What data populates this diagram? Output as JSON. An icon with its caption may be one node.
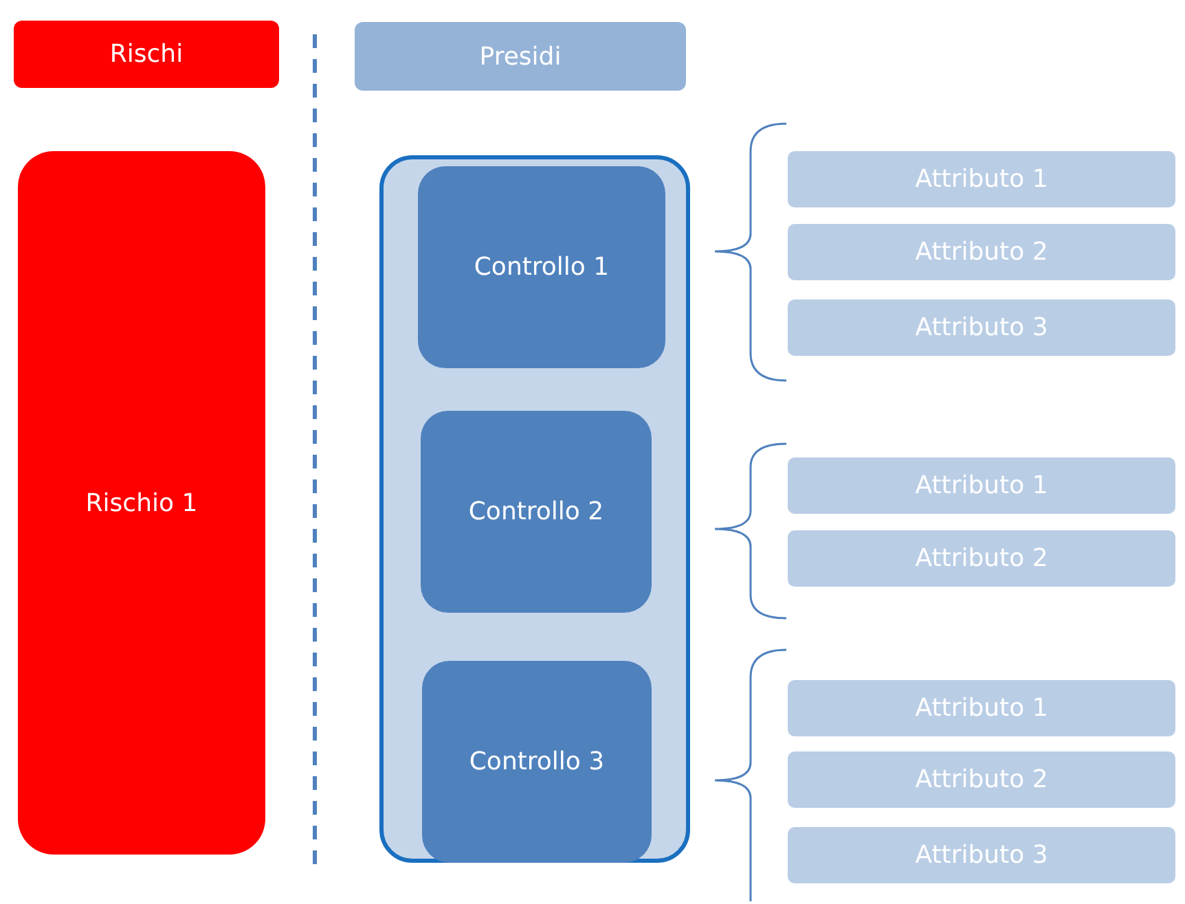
{
  "diagram": {
    "nodes": [
      {
        "text": [
          "Rischi"
        ]
      },
      {
        "text": [
          "Presidi"
        ]
      },
      {
        "text": [
          "Rischio 1"
        ]
      },
      {
        "text": [],
        "shape": "box"
      },
      {
        "text": [
          "Controllo 1"
        ],
        "in": 3
      },
      {
        "text": [
          "Controllo 2"
        ],
        "in": 3
      },
      {
        "text": [
          "Controllo 3"
        ],
        "in": 3
      },
      {
        "text": [
          "Attributo 1"
        ]
      },
      {
        "text": [
          "Attributo 2"
        ]
      },
      {
        "text": [
          "Attributo 3"
        ]
      },
      {
        "text": [
          "Attributo 1"
        ]
      },
      {
        "text": [
          "Attributo 2"
        ]
      },
      {
        "text": [
          "Attributo 1"
        ]
      },
      {
        "text": [
          "Attributo 2"
        ]
      },
      {
        "text": [
          "Attributo 3"
        ]
      }
    ]
  }
}
